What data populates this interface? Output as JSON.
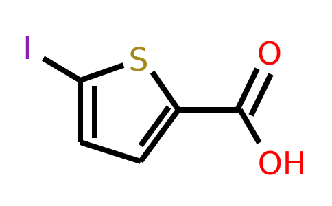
{
  "molecule": {
    "atoms": {
      "iodine": {
        "symbol": "I",
        "color": "#8b1fb3"
      },
      "sulfur": {
        "symbol": "S",
        "color": "#a48a1a"
      },
      "carbonyl_oxygen": {
        "symbol": "O",
        "color": "#ff0000"
      },
      "hydroxyl": {
        "symbol": "OH",
        "color": "#ff0000"
      }
    },
    "bond_color": "#000000"
  }
}
